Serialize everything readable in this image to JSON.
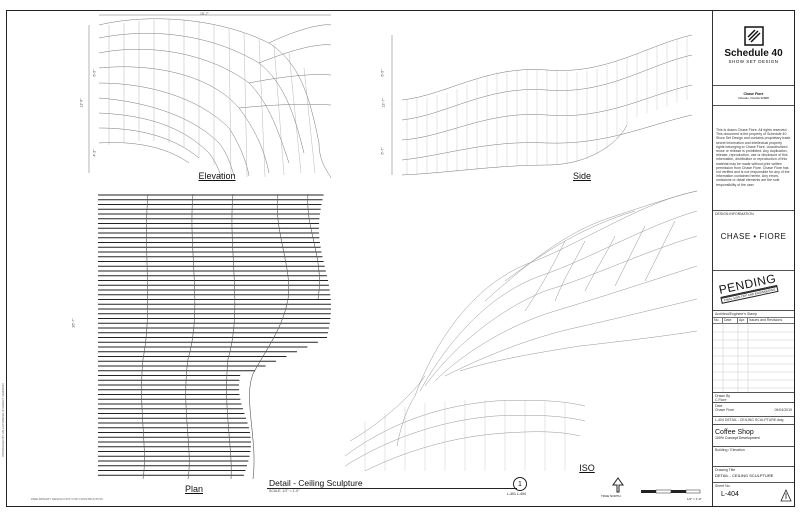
{
  "views": {
    "elevation": "Elevation",
    "side": "Side",
    "plan": "Plan",
    "iso": "ISO"
  },
  "detail": {
    "title": "Detail - Ceiling Sculpture",
    "scale": "SCALE: 1/2\" = 1'-0\"",
    "number": "1",
    "sheet_ref": "L-401 L-404"
  },
  "north": "TRUE NORTH",
  "scale_bar_label": "1/2\" = 1'-0\"",
  "dimensions": {
    "elev_width": "15'-7\"",
    "elev_height": "12'-9\"",
    "elev_upper": "6'-9\"",
    "elev_lower": "4'-3\"",
    "side_height": "12'-7\"",
    "side_upper": "6'-9\"",
    "side_lower": "6'-7\"",
    "plan_height": "26'-7\""
  },
  "title_block": {
    "logo_name": "Schedule 40",
    "logo_sub": "SHOW SET DESIGN",
    "client_name": "Chase Fiore",
    "client_location": "Orlando, Florida 32808",
    "notice": "This is drawn Chase Fiore. All rights reserved. This document is the property of Schedule 40 Show Set Design and contains proprietary trade secret information and intellectual property rights belonging to Chase Fiore. Unauthorized reuse or release is prohibited. Any duplication, release, reproduction, use or disclosure of this information, distribution or reproduction of this material may be made without prior written permission from Chase Fiore. Chase Fiore has not verified and is not responsible for any of the information contained herein. Any errors, omissions or detail elements are the sole responsibility of the user.",
    "design_info_label": "DESIGN INFORMATION",
    "brand": "CHASE • FIORE",
    "stamp_main": "PENDING",
    "stamp_sub": "FINAL SIGN-OFF AND ENGINEERING",
    "revision_label": "Architect/Engineer's Stamp",
    "revision_headers": [
      "No.",
      "Date",
      "Apr.",
      "Issues and Revisions"
    ],
    "drawn_by_label": "Drawn By",
    "drawn_by": "C.Fiore",
    "date_label": "Date",
    "date": "09/04/2019",
    "checked_label": "Chase Fiore",
    "file_name": "L-404 DETAIL - CEILING SCULPTURE.dwg",
    "project_title": "Coffee Shop",
    "project_sub": "100% Concept Development",
    "bldg_label": "Building / Elevation",
    "drawing_title_label": "Drawing Title",
    "drawing_title": "DETAIL - CEILING SCULPTURE",
    "sheet_no_label": "Sheet No.",
    "sheet_no": "L-404"
  },
  "left_strip": "PRODUCED BY AN AUTODESK STUDENT VERSION",
  "footer_note": "PRELIMINARY DESIGN NOT FOR CONSTRUCTION"
}
